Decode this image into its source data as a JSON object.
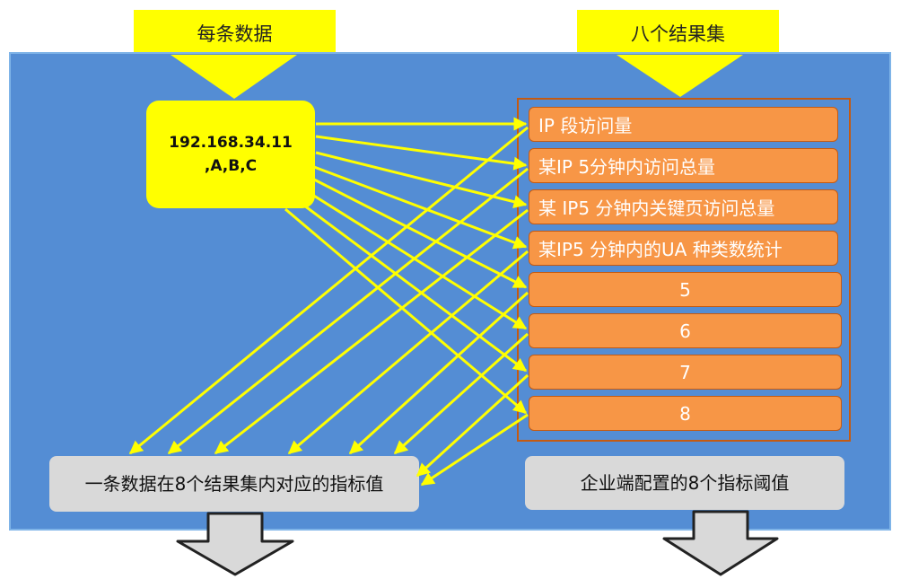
{
  "header_left": "每条数据",
  "header_right": "八个结果集",
  "source": {
    "line1": "192.168.34.11",
    "line2": ",A,B,C"
  },
  "results": [
    "IP  段访问量",
    "某IP 5分钟内访问总量",
    "某 IP5 分钟内关键页访问总量",
    "某IP5 分钟内的UA 种类数统计",
    "5",
    "6",
    "7",
    "8"
  ],
  "bottom_left": "一条数据在8个结果集内对应的指标值",
  "bottom_right": "企业端配置的8个指标阈值",
  "colors": {
    "panel": "#548dd4",
    "highlight": "#ffff00",
    "result_fill": "#f79646",
    "result_border": "#c55a11",
    "grey_box": "#d9d9d9"
  }
}
